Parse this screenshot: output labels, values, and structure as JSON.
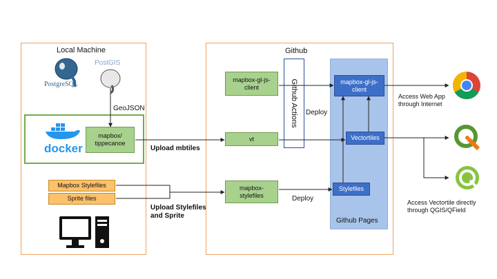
{
  "local_machine": {
    "title": "Local Machine",
    "postgres_label": "PostgreSQL",
    "postgis_label": "PostGIS",
    "geojson_label": "GeoJSON",
    "docker_label": "docker",
    "tippecanoe_label": "mapbox/\ntippecanoe",
    "mapbox_stylefiles_label": "Mapbox Stylefiles",
    "sprite_files_label": "Sprite files"
  },
  "github": {
    "title": "Github",
    "actions_label": "Github Actions",
    "client_box_label": "mapbox-gl-js-\nclient",
    "vt_box_label": "vt",
    "stylefiles_box_label": "mapbox-\nstylefiles",
    "deploy_label_top": "Deploy",
    "deploy_label_bottom": "Deploy"
  },
  "github_pages": {
    "title": "Github Pages",
    "client_label": "mapbox-gl-js-\nclient",
    "vectortiles_label": "Vectortiles",
    "stylefiles_label": "Stylefiles"
  },
  "flows": {
    "upload_mbtiles": "Upload mbtiles",
    "upload_stylefiles": "Upload Stylefiles\nand Sprite",
    "access_web_app": "Access Web App\nthrough Internet",
    "access_vectortile": "Access Vectortile directly\nthrough QGIS/QField"
  },
  "colors": {
    "local_border": "#f0a35e",
    "github_border": "#f0a35e",
    "docker_border": "#70ad47",
    "green_box": "#a9d18e",
    "orange_box": "#fbc16b",
    "blue_box": "#3e6fc8",
    "pages_panel": "#a9c4ea"
  },
  "icons": [
    "postgresql-elephant-icon",
    "postgis-elephant-icon",
    "docker-whale-icon",
    "desktop-computer-icon",
    "chrome-browser-icon",
    "qgis-icon",
    "qfield-icon"
  ]
}
